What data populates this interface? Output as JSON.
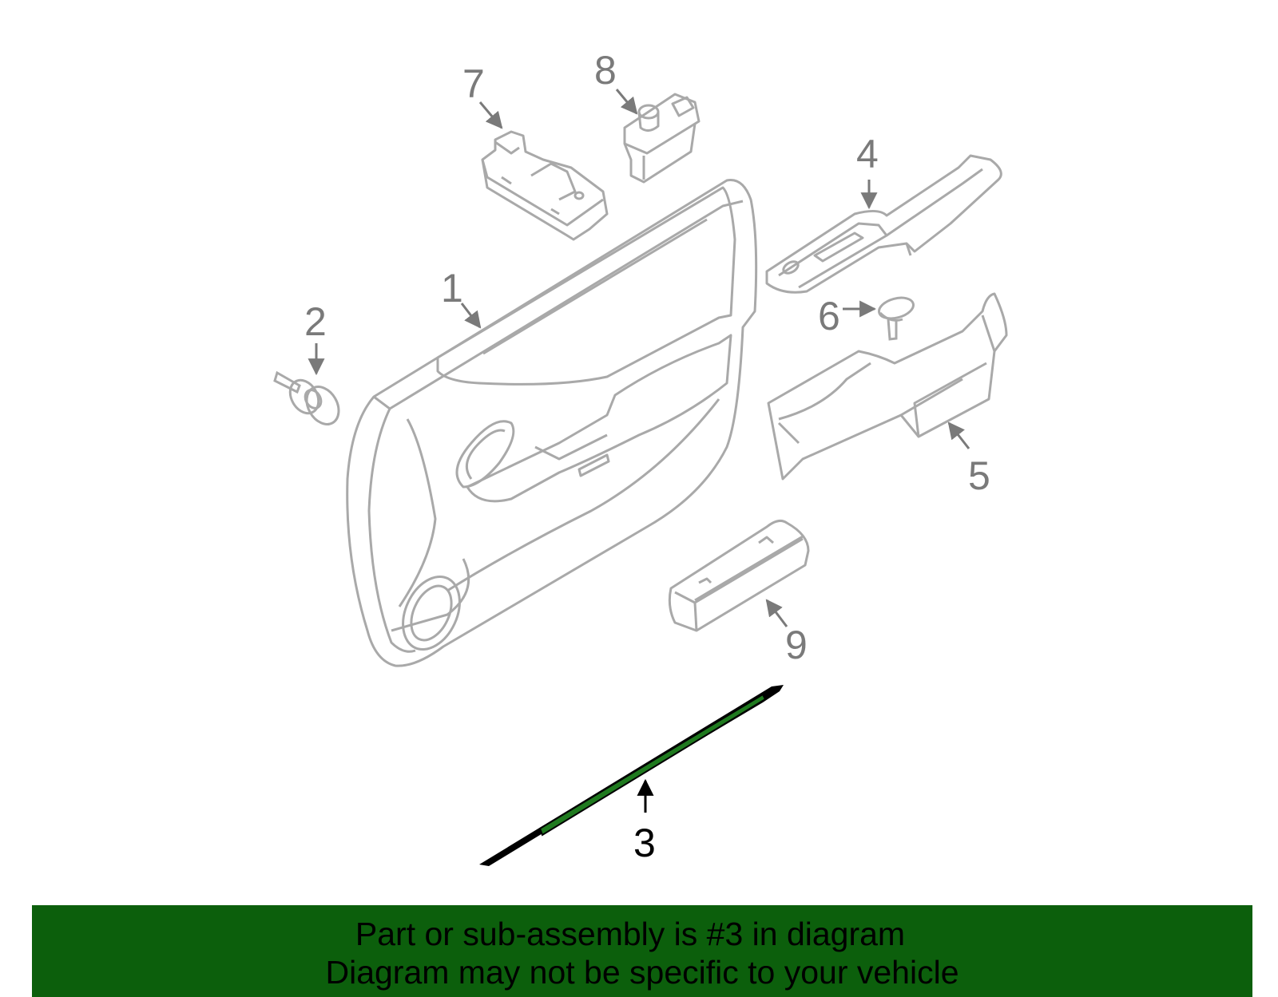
{
  "diagram": {
    "colors": {
      "part_outline": "#a9a9a9",
      "callout_gray": "#7a7a7a",
      "highlight_fill": "#1f7a1f",
      "highlight_outline": "#000000",
      "banner_bg": "#0c5f0c",
      "banner_text": "#000000"
    },
    "callouts": {
      "c1": "1",
      "c2": "2",
      "c3": "3",
      "c4": "4",
      "c5": "5",
      "c6": "6",
      "c7": "7",
      "c8": "8",
      "c9": "9"
    },
    "highlighted_part": "3"
  },
  "banner": {
    "line1": "Part or sub-assembly is #3 in diagram",
    "line2": "Diagram may not be specific to your vehicle"
  }
}
